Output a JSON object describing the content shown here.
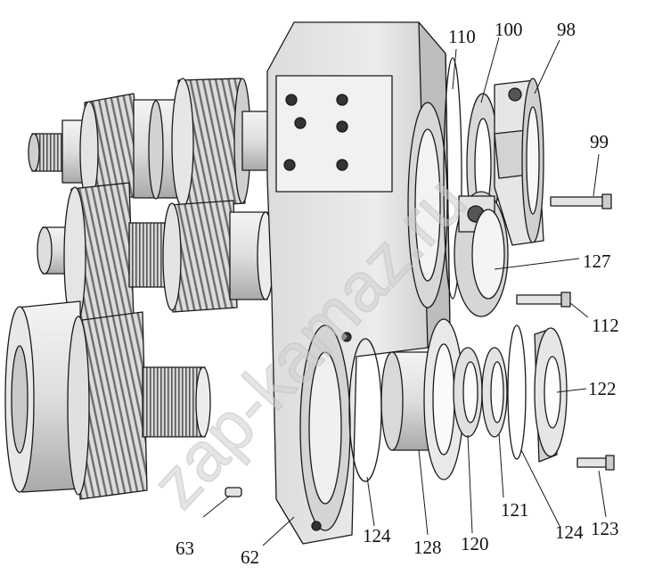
{
  "diagram": {
    "kind": "exploded assembly drawing",
    "watermark": "zap-kamaz.ru",
    "callouts": {
      "c110": "110",
      "c100": "100",
      "c98": "98",
      "c99": "99",
      "c127": "127",
      "c112": "112",
      "c122": "122",
      "c123": "123",
      "c124b": "124",
      "c121": "121",
      "c120": "120",
      "c128": "128",
      "c124a": "124",
      "c62": "62",
      "c63": "63"
    },
    "colors": {
      "line": "#1a1a1a",
      "part_fill": "#e9e9e9",
      "shadow": "#9a9a9a",
      "watermark": "#c8c8c8"
    }
  }
}
